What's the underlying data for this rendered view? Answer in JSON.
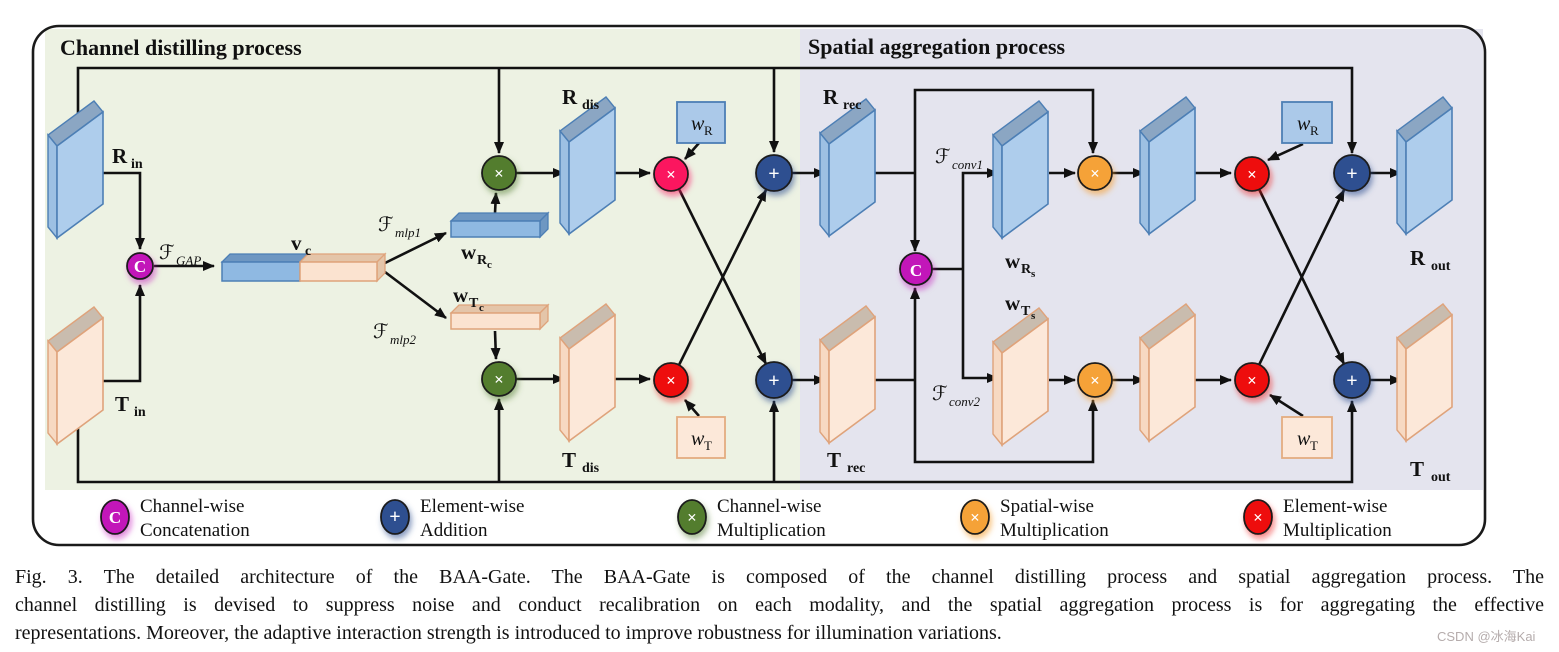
{
  "figure": {
    "channel_section": {
      "title": "Channel distilling process"
    },
    "spatial_section": {
      "title": "Spatial aggregation process"
    },
    "ops": {
      "concat": "C",
      "add": "+",
      "multiply": "×"
    },
    "labels": {
      "r_in": {
        "main": "R",
        "sub": "in"
      },
      "t_in": {
        "main": "T",
        "sub": "in"
      },
      "v_c": {
        "main": "v",
        "sub": "c"
      },
      "f_gap": {
        "main": "ℱ",
        "sub": "GAP"
      },
      "f_mlp1": {
        "main": "ℱ",
        "sub": "mlp1"
      },
      "f_mlp2": {
        "main": "ℱ",
        "sub": "mlp2"
      },
      "f_conv1": {
        "main": "ℱ",
        "sub": "conv1"
      },
      "f_conv2": {
        "main": "ℱ",
        "sub": "conv2"
      },
      "w_r_c": {
        "main": "w",
        "sub": "R",
        "sub2": "c"
      },
      "w_t_c": {
        "main": "w",
        "sub": "T",
        "sub2": "c"
      },
      "w_r_s": {
        "main": "w",
        "sub": "R",
        "sub2": "s"
      },
      "w_t_s": {
        "main": "w",
        "sub": "T",
        "sub2": "s"
      },
      "r_dis": {
        "main": "R",
        "sub": "dis"
      },
      "t_dis": {
        "main": "T",
        "sub": "dis"
      },
      "r_rec": {
        "main": "R",
        "sub": "rec"
      },
      "t_rec": {
        "main": "T",
        "sub": "rec"
      },
      "r_out": {
        "main": "R",
        "sub": "out"
      },
      "t_out": {
        "main": "T",
        "sub": "out"
      },
      "w_r_gate": {
        "main": "w",
        "sub": "R"
      },
      "w_t_gate": {
        "main": "w",
        "sub": "T"
      }
    },
    "legend": [
      {
        "symbol": "C",
        "color": "#c212b9",
        "line1": "Channel-wise",
        "line2": "Concatenation"
      },
      {
        "symbol": "+",
        "color": "#2e4f90",
        "line1": "Element-wise",
        "line2": "Addition"
      },
      {
        "symbol": "×",
        "color": "#537d2f",
        "line1": "Channel-wise",
        "line2": "Multiplication"
      },
      {
        "symbol": "×",
        "color": "#f5a237",
        "line1": "Spatial-wise",
        "line2": "Multiplication"
      },
      {
        "symbol": "×",
        "color": "#ee1111",
        "line1": "Element-wise",
        "line2": "Multiplication"
      }
    ],
    "caption": {
      "lines": [
        "Fig. 3.   The detailed architecture of the BAA-Gate. The BAA-Gate is composed of the channel distilling process and spatial aggregation process. The",
        "channel distilling is devised to suppress noise and conduct recalibration on each modality, and the spatial aggregation process is for aggregating the effective",
        "representations. Moreover, the adaptive interaction strength is introduced to improve robustness for illumination variations."
      ]
    },
    "watermark": "CSDN @冰海Kai",
    "colors": {
      "bg_channel": "#edf2e3",
      "bg_spatial": "#e4e4ee",
      "concat": "#c212b9",
      "add": "#2e4f90",
      "mul_channel": "#537d2f",
      "mul_spatial": "#f5a237",
      "mul_element": "#ee1111",
      "mul_element_pink": "#fb135f",
      "panel_blue": "#aecdec",
      "panel_blue_edge": "#4d7fb5",
      "panel_peach": "#fce8d9",
      "panel_peach_edge": "#dfa37b"
    }
  }
}
